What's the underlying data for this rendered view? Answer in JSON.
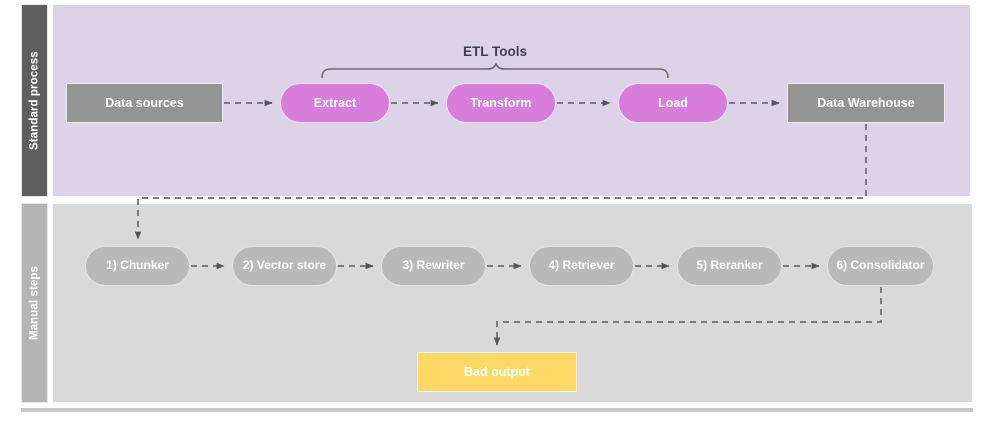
{
  "diagram": {
    "title_visible": false,
    "colors": {
      "lane_top_label_bg": "#5e5e5e",
      "lane_top_body_bg": "#dcd3e9",
      "lane_bottom_label_bg": "#b4b4b4",
      "lane_bottom_body_bg": "#d9d9d9",
      "node_gray": "#949494",
      "node_magenta": "#d77ddb",
      "node_soft_gray": "#b9b9b9",
      "node_yellow": "#ffd966",
      "connector": "#6b6b6b",
      "text_light": "#ffffff",
      "text_dark": "#3f3f46"
    },
    "lanes": [
      {
        "id": "standard",
        "label": "Standard process"
      },
      {
        "id": "manual",
        "label": "Manual steps"
      }
    ],
    "annotations": {
      "etl_bracket_label": "ETL Tools"
    },
    "standard_process": {
      "nodes": [
        {
          "id": "data-sources",
          "label": "Data sources",
          "shape": "rect",
          "color": "#949494"
        },
        {
          "id": "extract",
          "label": "Extract",
          "shape": "pill",
          "color": "#d77ddb"
        },
        {
          "id": "transform",
          "label": "Transform",
          "shape": "pill",
          "color": "#d77ddb"
        },
        {
          "id": "load",
          "label": "Load",
          "shape": "pill",
          "color": "#d77ddb"
        },
        {
          "id": "data-warehouse",
          "label": "Data Warehouse",
          "shape": "rect",
          "color": "#949494"
        }
      ]
    },
    "manual_steps": {
      "nodes": [
        {
          "id": "chunker",
          "label": "1) Chunker",
          "shape": "pill",
          "color": "#b9b9b9"
        },
        {
          "id": "vector-store",
          "label": "2) Vector store",
          "shape": "pill",
          "color": "#b9b9b9"
        },
        {
          "id": "rewriter",
          "label": "3) Rewriter",
          "shape": "pill",
          "color": "#b9b9b9"
        },
        {
          "id": "retriever",
          "label": "4) Retriever",
          "shape": "pill",
          "color": "#b9b9b9"
        },
        {
          "id": "reranker",
          "label": "5) Reranker",
          "shape": "pill",
          "color": "#b9b9b9"
        },
        {
          "id": "consolidator",
          "label": "6) Consolidator",
          "shape": "pill",
          "color": "#b9b9b9"
        }
      ],
      "output": {
        "id": "bad-output",
        "label": "Bad output",
        "shape": "rect",
        "color": "#ffd966"
      }
    },
    "connections": [
      {
        "from": "data-sources",
        "to": "extract",
        "style": "dashed-arrow"
      },
      {
        "from": "extract",
        "to": "transform",
        "style": "dashed-arrow"
      },
      {
        "from": "transform",
        "to": "load",
        "style": "dashed-arrow"
      },
      {
        "from": "load",
        "to": "data-warehouse",
        "style": "dashed-arrow"
      },
      {
        "from": "data-warehouse",
        "to": "chunker",
        "style": "dashed-arrow-elbow"
      },
      {
        "from": "chunker",
        "to": "vector-store",
        "style": "dashed-arrow"
      },
      {
        "from": "vector-store",
        "to": "rewriter",
        "style": "dashed-arrow"
      },
      {
        "from": "rewriter",
        "to": "retriever",
        "style": "dashed-arrow"
      },
      {
        "from": "retriever",
        "to": "reranker",
        "style": "dashed-arrow"
      },
      {
        "from": "reranker",
        "to": "consolidator",
        "style": "dashed-arrow"
      },
      {
        "from": "consolidator",
        "to": "bad-output",
        "style": "dashed-arrow-elbow"
      }
    ]
  }
}
